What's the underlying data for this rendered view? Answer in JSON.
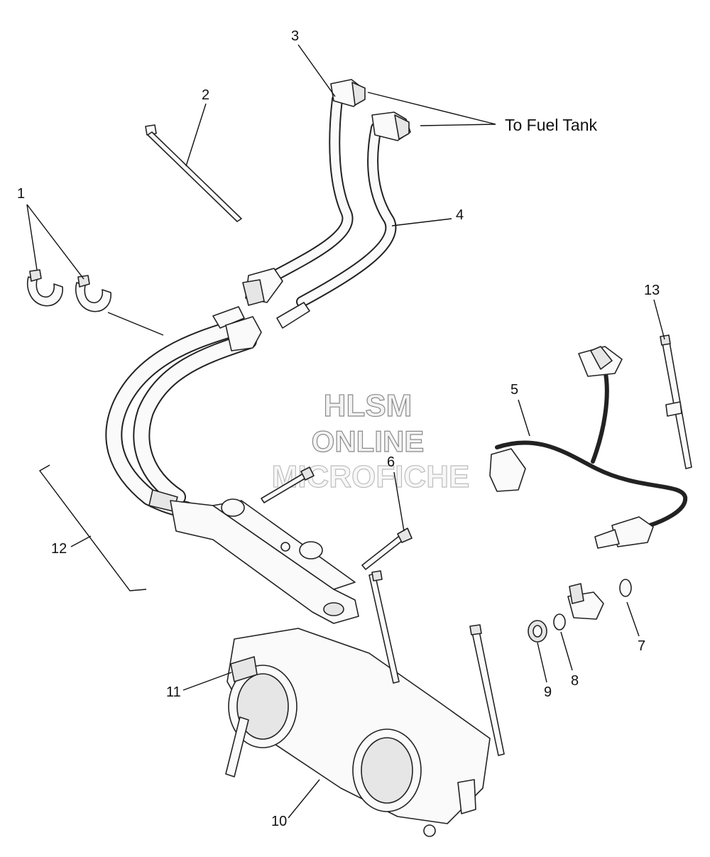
{
  "watermark": {
    "line1": "HLSM",
    "line2": "ONLINE",
    "line3": "MICROFICHE"
  },
  "annotation": {
    "to_fuel_tank": "To Fuel Tank"
  },
  "callouts": {
    "c1": "1",
    "c2": "2",
    "c3": "3",
    "c4": "4",
    "c5": "5",
    "c6": "6",
    "c7": "7",
    "c8": "8",
    "c9": "9",
    "c10": "10",
    "c11": "11",
    "c12": "12",
    "c13": "13"
  }
}
